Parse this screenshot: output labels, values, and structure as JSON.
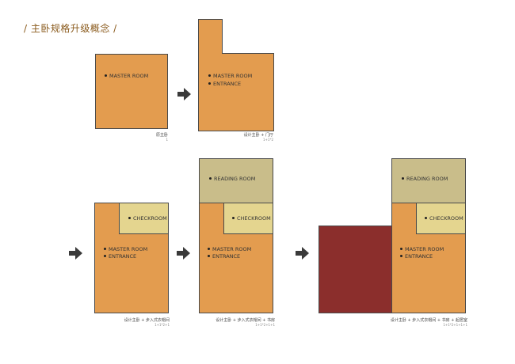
{
  "title": "/ 主卧规格升级概念 /",
  "labels": {
    "master_room": "MASTER ROOM",
    "entrance": "ENTRANCE",
    "checkroom": "CHECKROOM",
    "reading_room": "READING ROOM"
  },
  "captions": {
    "d1": "原主卧",
    "d1_sub": "1",
    "d2": "设计主卧 + 门厅",
    "d2_sub": "1+1*2",
    "d3": "设计主卧 + 步入式衣帽间",
    "d3_sub": "1+1*2+1",
    "d4": "设计主卧 + 步入式衣帽间 + 书房",
    "d4_sub": "1+1*2+1+1",
    "d5": "设计主卧 + 步入式衣帽间 + 书房 + 起居室",
    "d5_sub": "1+1*2+1+1+1"
  },
  "colors": {
    "master": "#e39c4f",
    "reading": "#c9bd8a",
    "checkroom": "#e4d58f",
    "suite": "#8b2e2c",
    "arrow": "#3a3a3a"
  }
}
